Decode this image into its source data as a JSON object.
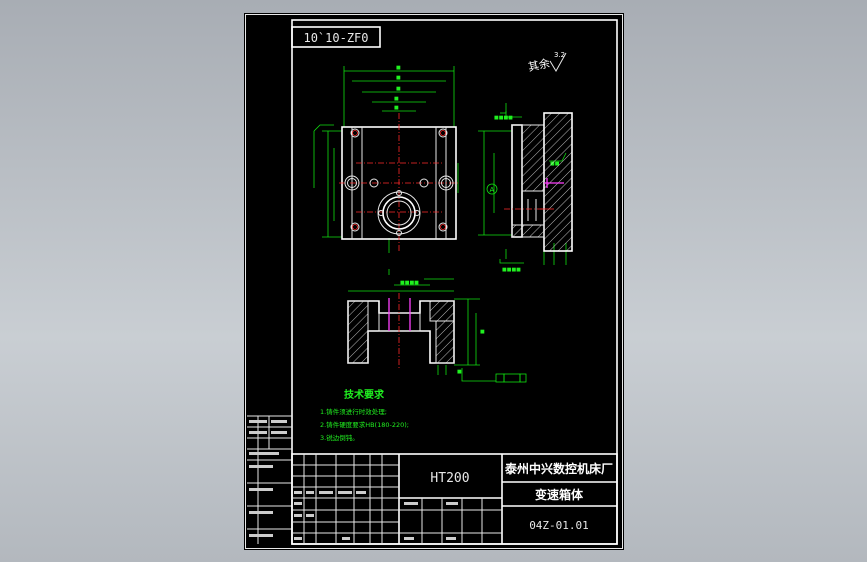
{
  "drawing": {
    "code_box": "10`10-ZF0",
    "surface_note": "其余",
    "roughness": "3.2",
    "section_label": "A",
    "notes": {
      "title": "技术要求",
      "items": [
        "1.铸件须进行时效处理;",
        "2.铸件硬度要求HB(180-220);",
        "3.锐边倒钝。"
      ]
    },
    "title_block": {
      "material": "HT200",
      "company": "泰州中兴数控机床厂",
      "part_name": "变速箱体",
      "drawing_no": "04Z-01.01"
    }
  },
  "colors": {
    "sheet": "#000000",
    "lines": "#e8e8e8",
    "dimensions": "#10e010",
    "centerlines": "#ff2a2a",
    "highlight": "#ff40ff",
    "background": "#b6bbc1"
  }
}
